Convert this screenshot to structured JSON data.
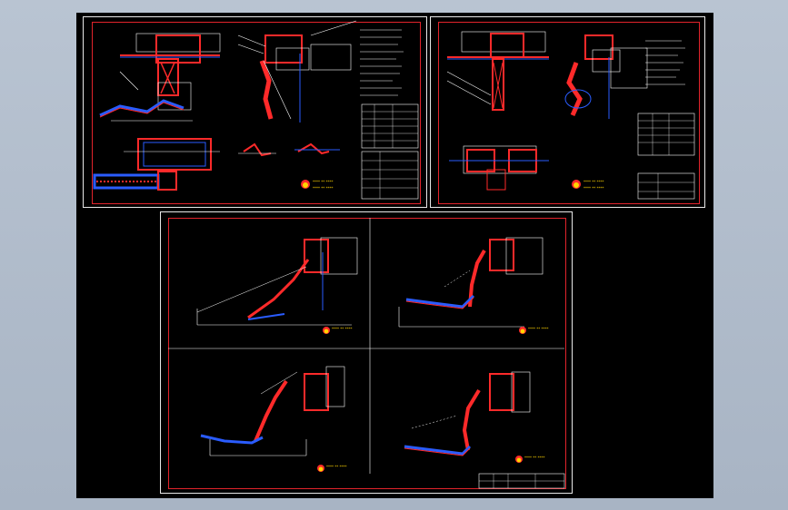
{
  "app": {
    "background": "#a8b4c4",
    "model_space": "#000000",
    "frame_color": "#e2232b",
    "sheet_color": "#e9e9e9",
    "steel_color": "#ff2a2a",
    "line_blue": "#2a5cff",
    "text_yellow": "#ffd400"
  },
  "sheets": [
    {
      "id": "sheet-1",
      "logo_text": "**** ** ****",
      "title_block": ""
    },
    {
      "id": "sheet-2",
      "logo_text": "**** ** ****",
      "title_block": ""
    },
    {
      "id": "sheet-3",
      "logo_text": "**** ** ****",
      "title_block": ""
    }
  ],
  "icons": {
    "logo": "flame-logo-icon"
  }
}
